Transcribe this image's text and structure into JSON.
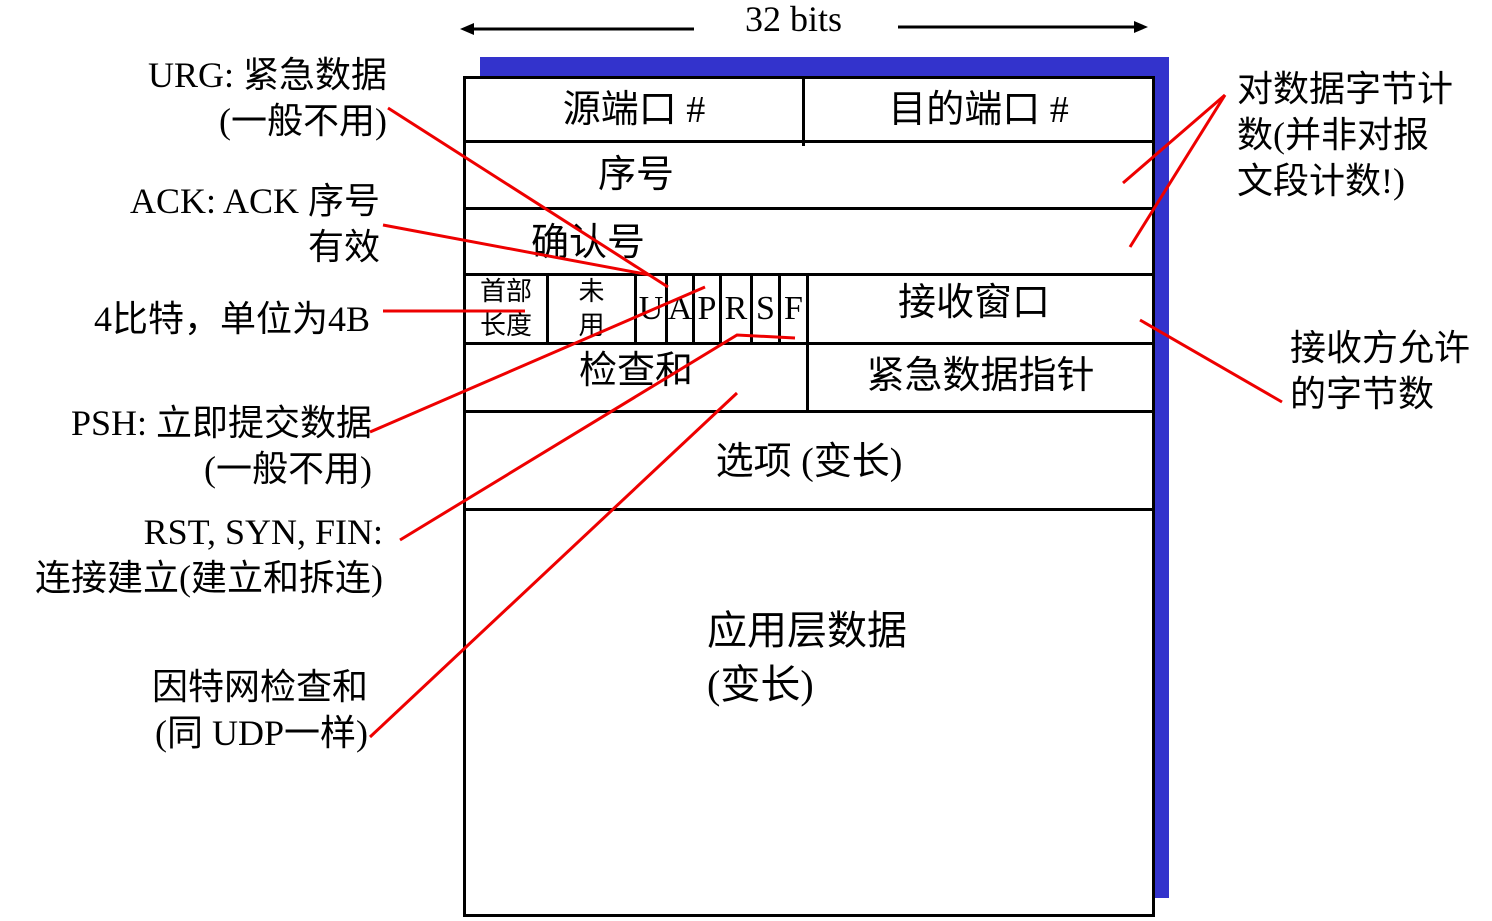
{
  "title": "TCP segment structure",
  "width_label": "32 bits",
  "colors": {
    "shadow": "#3333cc",
    "callout_line": "#ee0000",
    "border": "#000000"
  },
  "fields": {
    "src_port": "源端口 #",
    "dst_port": "目的端口 #",
    "seq": "序号",
    "ack": "确认号",
    "header_len_line1": "首部",
    "header_len_line2": "长度",
    "unused_line1": "未",
    "unused_line2": "用",
    "flags": [
      "U",
      "A",
      "P",
      "R",
      "S",
      "F"
    ],
    "recv_window": "接收窗口",
    "checksum": "检查和",
    "urg_pointer": "紧急数据指针",
    "options": "选项 (变长)",
    "app_data_line1": "应用层数据",
    "app_data_line2": "(变长)"
  },
  "annotations": {
    "urg": [
      "URG: 紧急数据",
      "(一般不用)"
    ],
    "ack": [
      "ACK: ACK 序号",
      "有效"
    ],
    "header_len": [
      "4比特，单位为4B"
    ],
    "psh": [
      "PSH: 立即提交数据",
      "(一般不用)"
    ],
    "rst_syn_fin": [
      "RST, SYN, FIN:",
      "连接建立(建立和拆连)"
    ],
    "checksum": [
      "因特网检查和",
      "(同 UDP一样)"
    ],
    "byte_count": [
      "对数据字节计",
      "数(并非对报",
      "文段计数!)"
    ],
    "recv_window": [
      "接收方允许",
      "的字节数"
    ]
  }
}
